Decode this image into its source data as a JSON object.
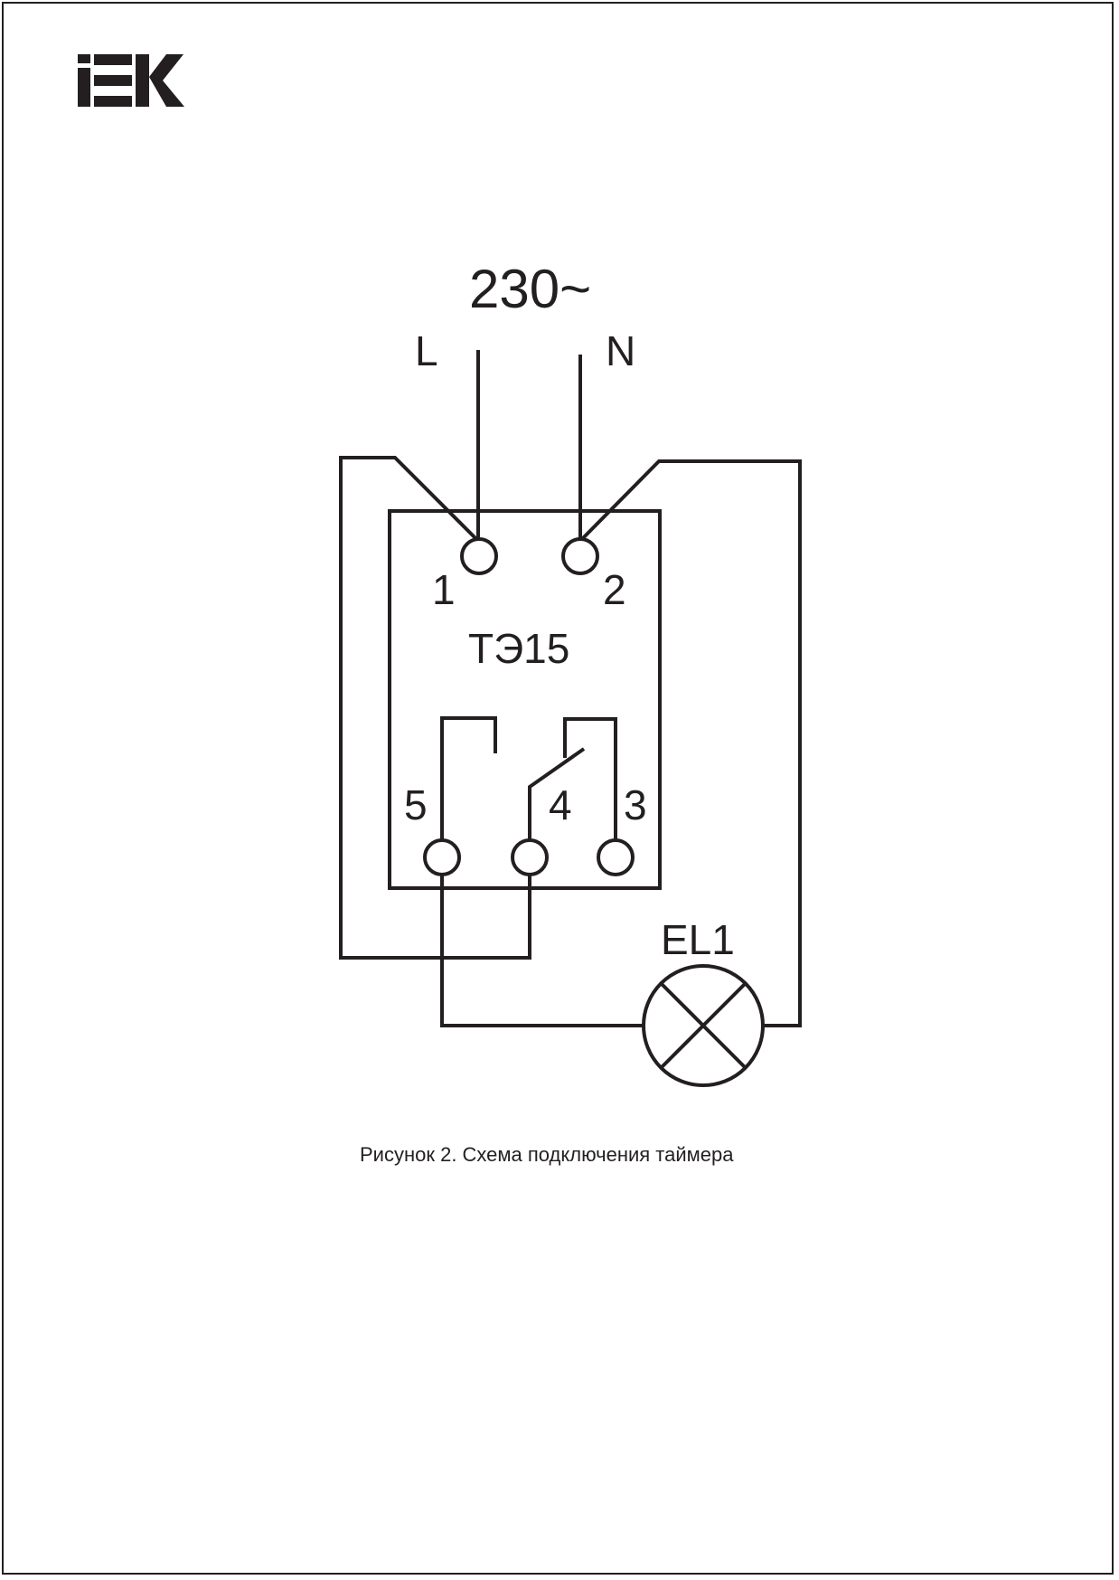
{
  "logo": {
    "text": "IEK",
    "color": "#231f20"
  },
  "diagram": {
    "supply": "230~",
    "line_label": "L",
    "neutral_label": "N",
    "device_label": "ТЭ15",
    "terminals": {
      "t1": "1",
      "t2": "2",
      "t3": "3",
      "t4": "4",
      "t5": "5"
    },
    "lamp_label": "EL1"
  },
  "caption": "Рисунок 2. Схема подключения таймера",
  "colors": {
    "ink": "#231f20",
    "background": "#ffffff"
  }
}
